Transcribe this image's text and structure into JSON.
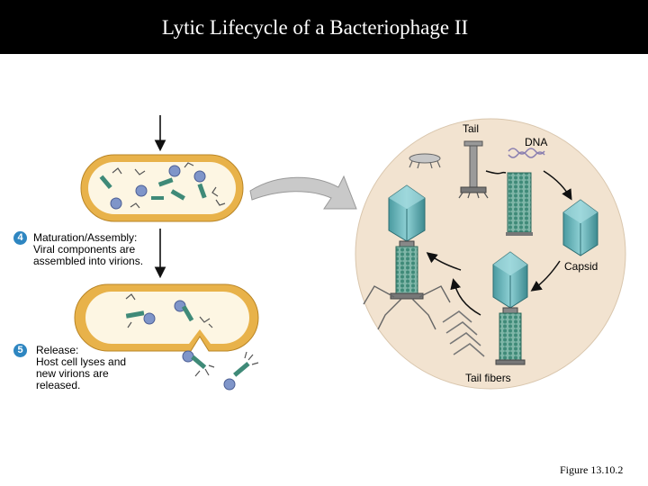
{
  "title": "Lytic Lifecycle of a Bacteriophage II",
  "steps": [
    {
      "number": "4",
      "text": "Maturation/Assembly:\nViral components are\nassembled into virions."
    },
    {
      "number": "5",
      "text": "Release:\nHost cell lyses and\nnew virions are\nreleased."
    }
  ],
  "labels": {
    "tail": "Tail",
    "dna": "DNA",
    "capsid": "Capsid",
    "tail_fibers": "Tail fibers"
  },
  "figure_caption": "Figure 13.10.2",
  "colors": {
    "title_bar": "#000000",
    "cell_wall": "#e8b24a",
    "cytoplasm": "#fdf6e3",
    "zoom_circle": "#f2e3d0",
    "capsid": "#5fb3b8",
    "badge": "#2e86c1"
  }
}
